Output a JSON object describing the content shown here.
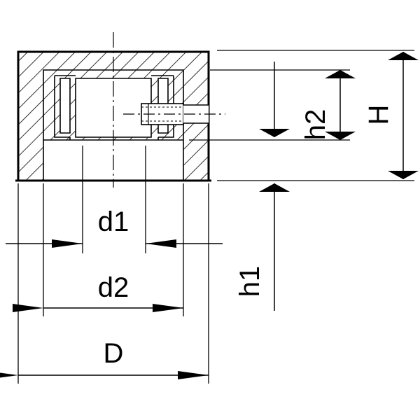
{
  "labels": {
    "d1": "d1",
    "d2": "d2",
    "D": "D",
    "h1": "h1",
    "h2": "h2",
    "H": "H"
  },
  "colors": {
    "ink": "#000000",
    "paper": "#ffffff"
  }
}
